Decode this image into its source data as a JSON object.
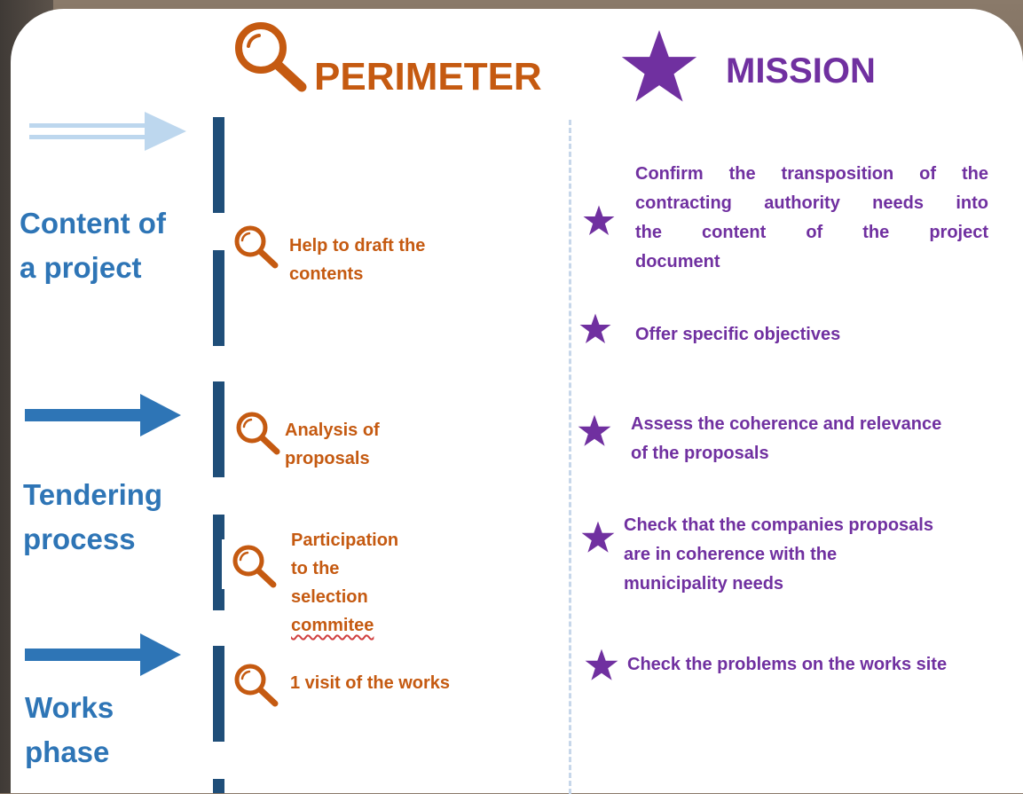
{
  "header": {
    "perimeter_label": "PERIMETER",
    "mission_label": "MISSION"
  },
  "phases": [
    {
      "line1": "Content of",
      "line2": "a project"
    },
    {
      "line1": "Tendering",
      "line2": "process"
    },
    {
      "line1": "Works",
      "line2": "phase"
    }
  ],
  "perimeter_items": [
    {
      "lines": [
        "Help to draft the",
        "contents"
      ]
    },
    {
      "lines": [
        "Analysis of",
        "proposals"
      ]
    },
    {
      "lines": [
        "Participation",
        "to the",
        "selection",
        "commitee"
      ]
    },
    {
      "lines": [
        "1 visit of the works"
      ]
    }
  ],
  "mission_items": [
    {
      "lines": [
        "Confirm the transposition of the",
        "contracting authority needs into",
        "the content of the project",
        "document"
      ]
    },
    {
      "lines": [
        "Offer specific objectives"
      ]
    },
    {
      "lines": [
        "Assess the coherence and relevance",
        "of the proposals"
      ]
    },
    {
      "lines": [
        "Check that the companies proposals",
        "are in coherence with the",
        "municipality needs"
      ]
    },
    {
      "lines": [
        "Check the problems on the works site"
      ]
    }
  ],
  "colors": {
    "perimeter": "#c55a11",
    "mission": "#7030a0",
    "phase": "#2e75b6",
    "bar": "#1f4e79",
    "arrow_light": "#bdd7ee",
    "arrow_dark": "#2e75b6"
  },
  "icons": {
    "perimeter": "magnifier-icon",
    "mission": "star-icon"
  }
}
